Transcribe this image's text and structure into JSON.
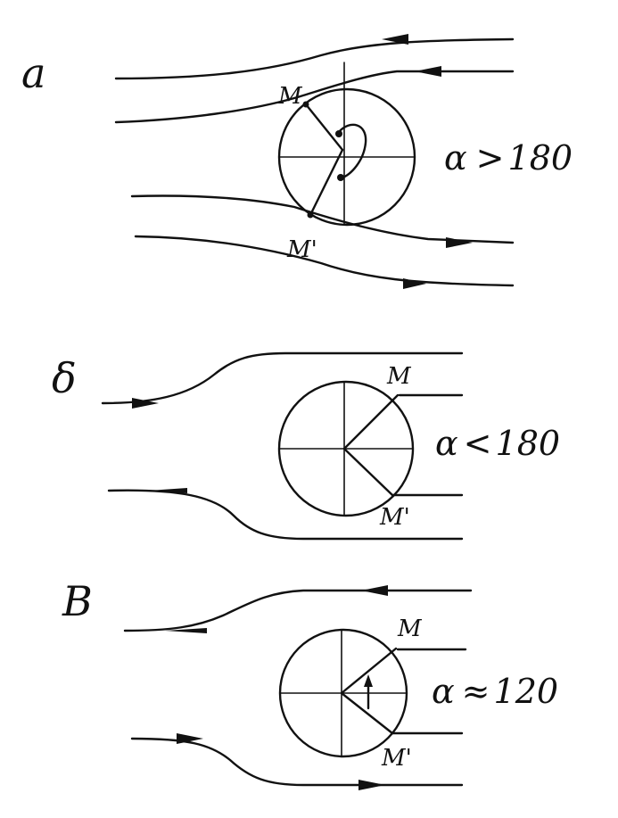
{
  "panels": [
    {
      "label": "a",
      "point_m": "M",
      "point_m_prime": "M'",
      "alpha_symbol": "α",
      "relation": ">",
      "angle_value": "180"
    },
    {
      "label": "δ",
      "point_m": "M",
      "point_m_prime": "M'",
      "alpha_symbol": "α",
      "relation": "<",
      "angle_value": "180"
    },
    {
      "label": "B",
      "point_m": "M",
      "point_m_prime": "M'",
      "alpha_symbol": "α",
      "relation": "≈",
      "angle_value": "120"
    }
  ]
}
